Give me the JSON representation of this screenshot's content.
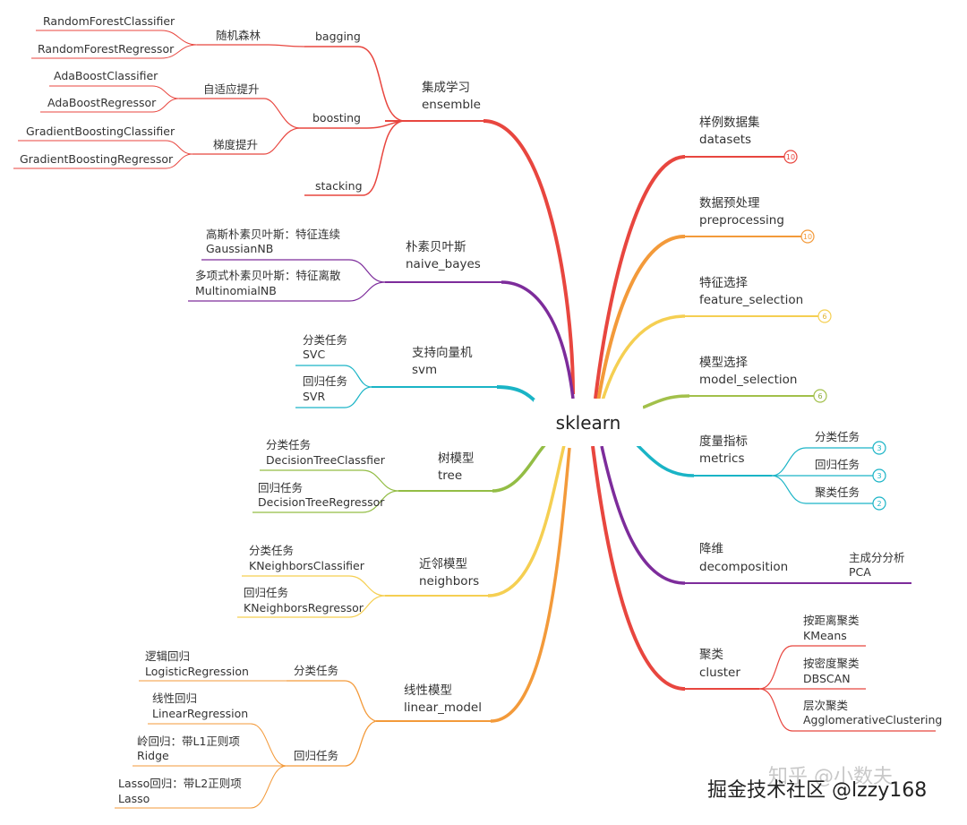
{
  "root": "sklearn",
  "colors": {
    "red": "#e8463f",
    "orange": "#f39a3a",
    "yellow": "#f5cf52",
    "green": "#93bd45",
    "cyan": "#1ab4c6",
    "purple": "#7d2c9b",
    "lime": "#a2c04a"
  },
  "left_branches": {
    "ensemble": {
      "zh": "集成学习",
      "en": "ensemble",
      "bagging": "bagging",
      "random_forest": "随机森林",
      "rf_classifier": "RandomForestClassifier",
      "rf_regressor": "RandomForestRegressor",
      "boosting": "boosting",
      "adaptive": "自适应提升",
      "ada_classifier": "AdaBoostClassifier",
      "ada_regressor": "AdaBoostRegressor",
      "gradient": "梯度提升",
      "gb_classifier": "GradientBoostingClassifier",
      "gb_regressor": "GradientBoostingRegressor",
      "stacking": "stacking"
    },
    "naive_bayes": {
      "zh": "朴素贝叶斯",
      "en": "naive_bayes",
      "gaussian_zh": "高斯朴素贝叶斯：特征连续",
      "gaussian_en": "GaussianNB",
      "multinomial_zh": "多项式朴素贝叶斯：特征离散",
      "multinomial_en": "MultinomialNB"
    },
    "svm": {
      "zh": "支持向量机",
      "en": "svm",
      "cls_zh": "分类任务",
      "cls_en": "SVC",
      "reg_zh": "回归任务",
      "reg_en": "SVR"
    },
    "tree": {
      "zh": "树模型",
      "en": "tree",
      "cls_zh": "分类任务",
      "cls_en": "DecisionTreeClassfier",
      "reg_zh": "回归任务",
      "reg_en": "DecisionTreeRegressor"
    },
    "neighbors": {
      "zh": "近邻模型",
      "en": "neighbors",
      "cls_zh": "分类任务",
      "cls_en": "KNeighborsClassifier",
      "reg_zh": "回归任务",
      "reg_en": "KNeighborsRegressor"
    },
    "linear_model": {
      "zh": "线性模型",
      "en": "linear_model",
      "cls": "分类任务",
      "logistic_zh": "逻辑回归",
      "logistic_en": "LogisticRegression",
      "reg": "回归任务",
      "linear_zh": "线性回归",
      "linear_en": "LinearRegression",
      "ridge_zh": "岭回归：带L1正则项",
      "ridge_en": "Ridge",
      "lasso_zh": "Lasso回归：带L2正则项",
      "lasso_en": "Lasso"
    }
  },
  "right_branches": {
    "datasets": {
      "zh": "样例数据集",
      "en": "datasets",
      "count": "10"
    },
    "preprocessing": {
      "zh": "数据预处理",
      "en": "preprocessing",
      "count": "10"
    },
    "feature_selection": {
      "zh": "特征选择",
      "en": "feature_selection",
      "count": "6"
    },
    "model_selection": {
      "zh": "模型选择",
      "en": "model_selection",
      "count": "6"
    },
    "metrics": {
      "zh": "度量指标",
      "en": "metrics",
      "cls": "分类任务",
      "cls_count": "3",
      "reg": "回归任务",
      "reg_count": "3",
      "clu": "聚类任务",
      "clu_count": "2"
    },
    "decomposition": {
      "zh": "降维",
      "en": "decomposition",
      "pca_zh": "主成分分析",
      "pca_en": "PCA"
    },
    "cluster": {
      "zh": "聚类",
      "en": "cluster",
      "kmeans_zh": "按距离聚类",
      "kmeans_en": "KMeans",
      "dbscan_zh": "按密度聚类",
      "dbscan_en": "DBSCAN",
      "agg_zh": "层次聚类",
      "agg_en": "AgglomerativeClustering"
    }
  },
  "watermark": {
    "main": "掘金技术社区 @lzzy168",
    "faint": "知乎 @小数夫"
  }
}
